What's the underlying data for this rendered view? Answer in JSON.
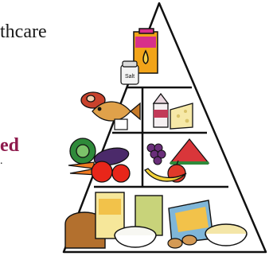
{
  "captions": {
    "line1": "thcare",
    "line2": "ed",
    "line3": "."
  },
  "labels": {
    "salt": "Salt"
  },
  "colors": {
    "outline": "#111111",
    "emphasis": "#8e1a4c",
    "oil": "#f2a419",
    "oil_can": "#d8308a",
    "bread": "#b3702e",
    "tomato": "#e8261a",
    "melon": "#d9363a",
    "broccoli": "#2f8a3a"
  },
  "diagram": {
    "tiers": [
      {
        "name": "fats-oils-sweets",
        "items": [
          "oil-can",
          "salt-shaker"
        ]
      },
      {
        "name": "meat-dairy",
        "items": [
          "meat",
          "fish",
          "milk-carton",
          "cheese"
        ]
      },
      {
        "name": "vegetables-fruits",
        "items": [
          "cabbage",
          "eggplant",
          "carrots",
          "tomato",
          "grapes",
          "watermelon",
          "apple",
          "bananas"
        ]
      },
      {
        "name": "grains",
        "items": [
          "bread-loaf",
          "cereal-box",
          "rice-bowl",
          "crackers",
          "cookies",
          "pasta-bowl"
        ]
      }
    ]
  }
}
